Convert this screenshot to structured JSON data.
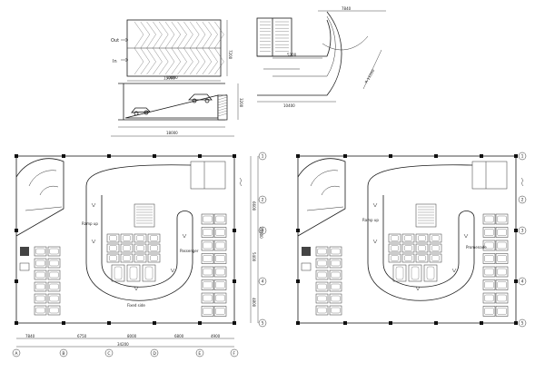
{
  "ramp_plan": {
    "out_label": "Out",
    "in_label": "In",
    "width_dim": "10000",
    "height_dim": "7200"
  },
  "ramp_section": {
    "length_dim": "15000",
    "total_dim": "18000",
    "rise_dim": "3200"
  },
  "curved_ramp": {
    "top_dim": "7840",
    "mid_dim": "5200",
    "bottom_dim": "10400",
    "radius_dim": "R 11000"
  },
  "floor_plan": {
    "col_dims": [
      "7840",
      "6750",
      "8000",
      "6800",
      "4900"
    ],
    "total_dim": "34200",
    "row_dims": [
      "6600",
      "5400",
      "4800"
    ],
    "total_height_dim": "28400",
    "grid_columns": [
      "A",
      "B",
      "C",
      "D",
      "E",
      "F"
    ],
    "grid_rows": [
      "1",
      "2",
      "3",
      "4",
      "5"
    ],
    "labels": {
      "ramp_up": "Ramp up",
      "passenger": "Passenger",
      "promenade": "Promenade",
      "fixed_side": "Fixed side"
    }
  }
}
